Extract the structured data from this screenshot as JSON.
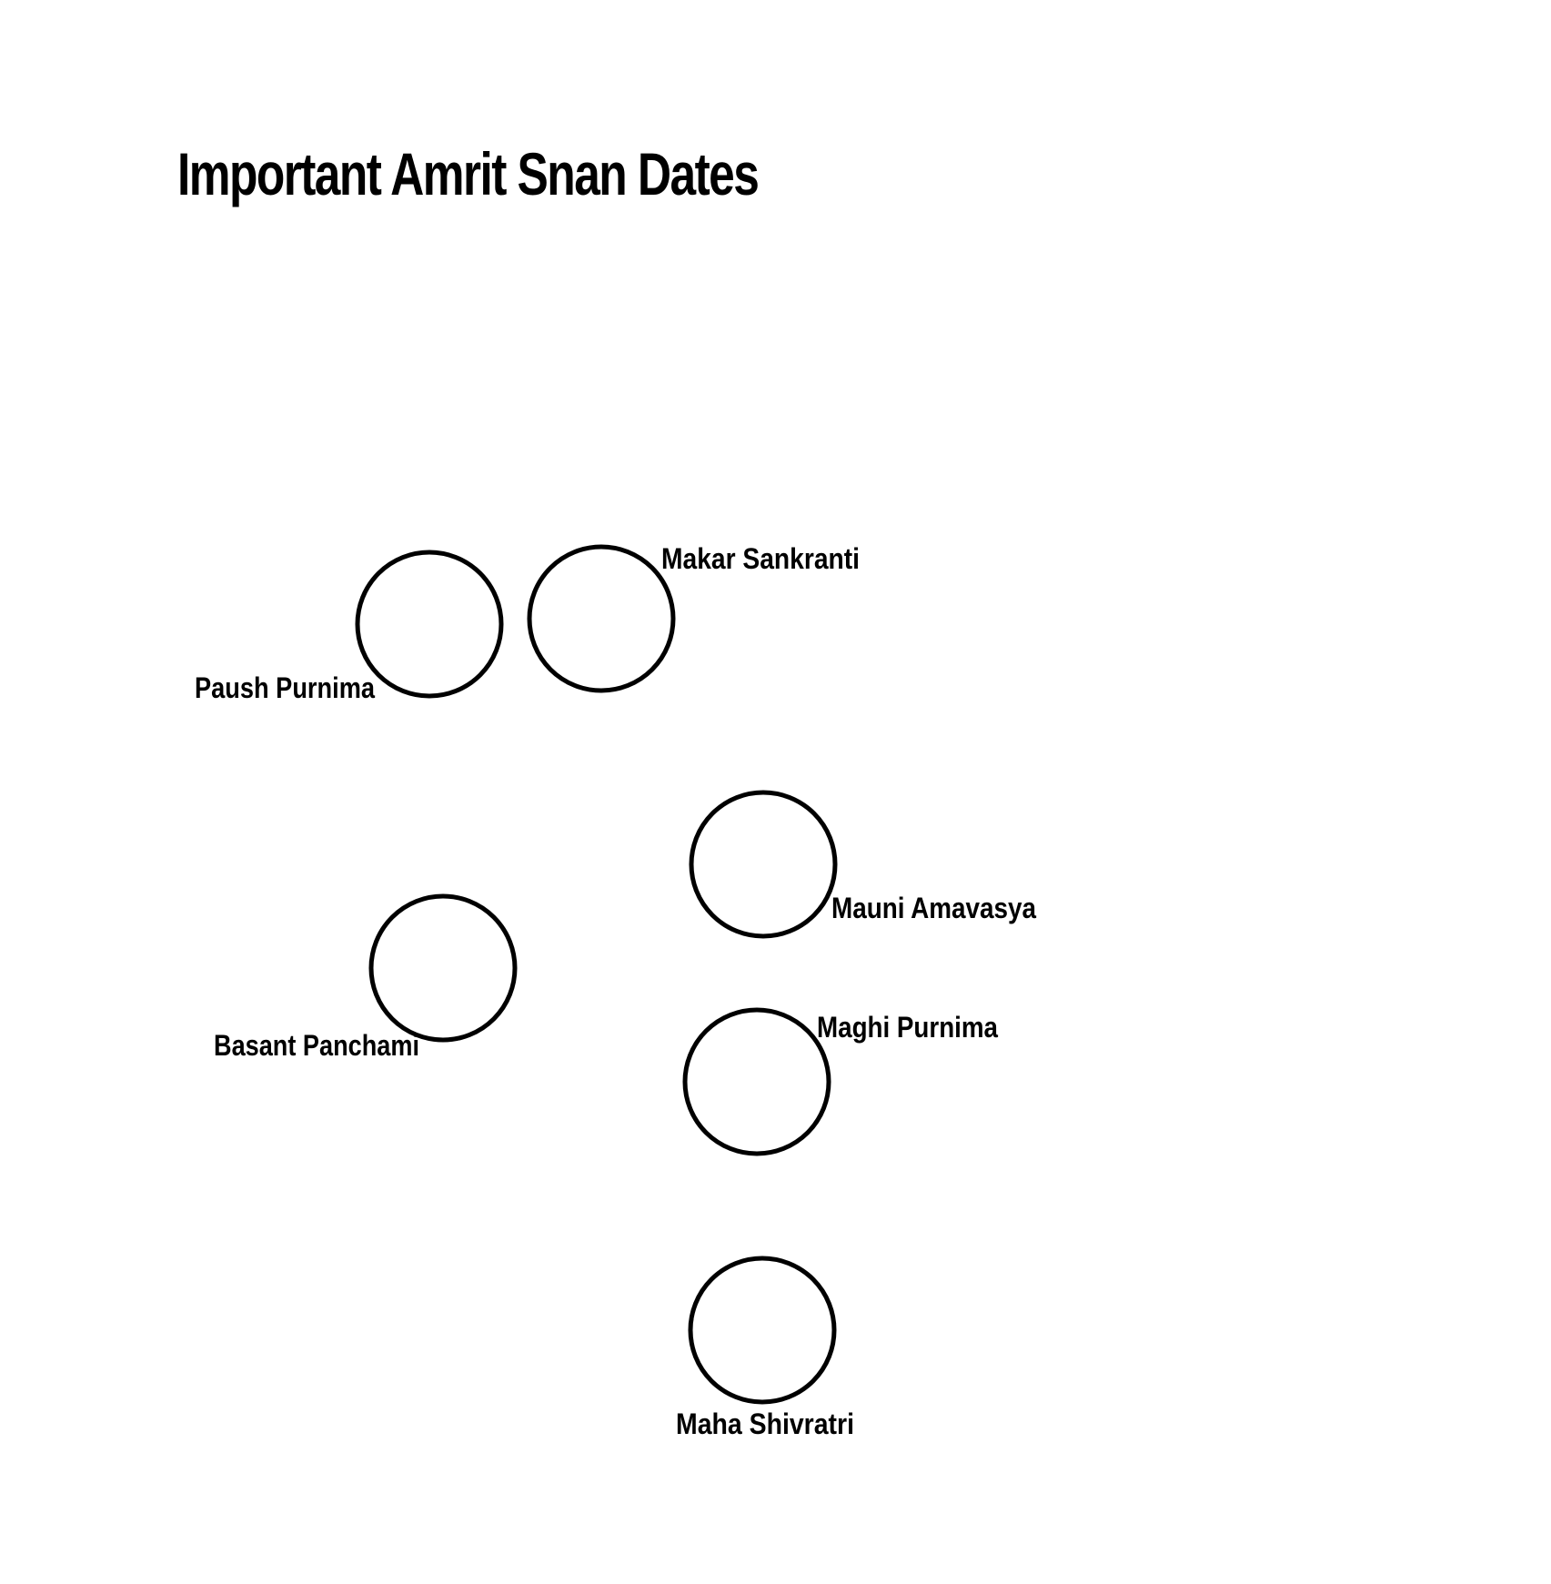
{
  "title": "Important Amrit Snan Dates",
  "colors": {
    "background": "#ffffff",
    "ink": "#000000"
  },
  "nodes": [
    {
      "id": "paush-purnima",
      "label": "Paush Purnima"
    },
    {
      "id": "makar-sankranti",
      "label": "Makar Sankranti"
    },
    {
      "id": "mauni-amavasya",
      "label": "Mauni Amavasya"
    },
    {
      "id": "basant-panchami",
      "label": "Basant Panchami"
    },
    {
      "id": "maghi-purnima",
      "label": "Maghi Purnima"
    },
    {
      "id": "maha-shivratri",
      "label": "Maha Shivratri"
    }
  ]
}
